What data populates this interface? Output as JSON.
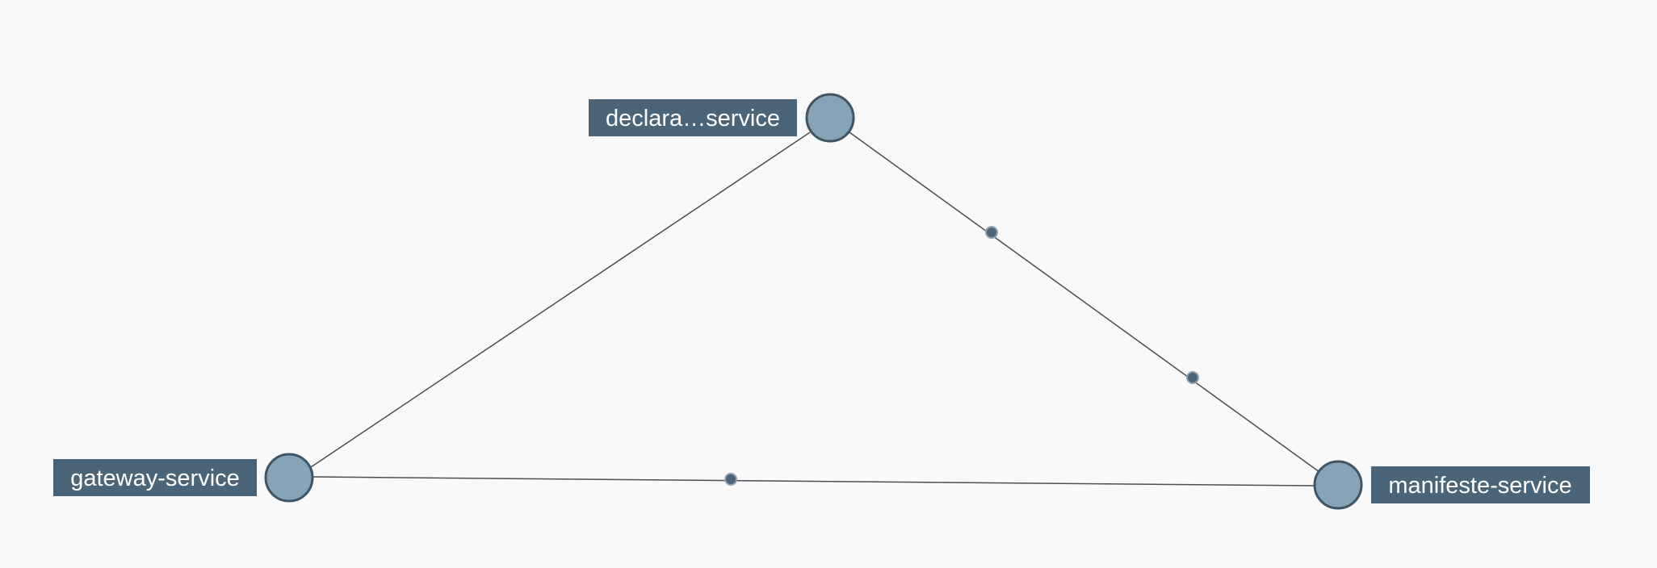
{
  "graph": {
    "nodes": [
      {
        "id": "declaration",
        "label": "declara…service"
      },
      {
        "id": "gateway",
        "label": "gateway-service"
      },
      {
        "id": "manifeste",
        "label": "manifeste-service"
      }
    ],
    "edges": [
      {
        "from": "gateway",
        "to": "declaration"
      },
      {
        "from": "declaration",
        "to": "manifeste"
      },
      {
        "from": "gateway",
        "to": "manifeste"
      }
    ]
  },
  "colors": {
    "background": "#f9f9f9",
    "node_fill": "#86a3b8",
    "node_stroke": "#3f5566",
    "label_background": "#4b6477",
    "label_text": "#ffffff",
    "edge": "#4a4f55",
    "traffic_dot": "#4d6578"
  }
}
